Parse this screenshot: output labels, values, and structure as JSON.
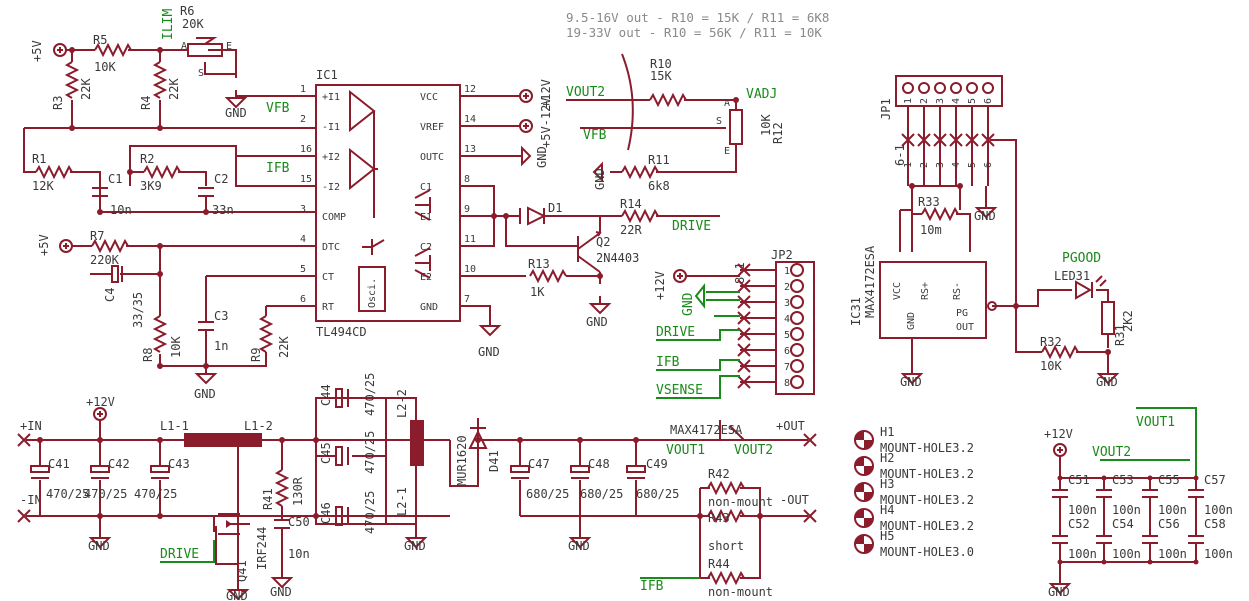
{
  "notes": {
    "line1": "9.5-16V out - R10 = 15K / R11 = 6K8",
    "line2": "19-33V out - R10 = 56K / R11 = 10K"
  },
  "ic1": {
    "name": "IC1",
    "value": "TL494CD",
    "left_pins": [
      {
        "name": "+I1",
        "num": "1"
      },
      {
        "name": "-I1",
        "num": "2"
      },
      {
        "name": "+I2",
        "num": "16"
      },
      {
        "name": "-I2",
        "num": "15"
      },
      {
        "name": "COMP",
        "num": "3"
      },
      {
        "name": "DTC",
        "num": "4"
      },
      {
        "name": "CT",
        "num": "5"
      },
      {
        "name": "RT",
        "num": "6"
      }
    ],
    "right_pins": [
      {
        "name": "VCC",
        "num": "12"
      },
      {
        "name": "VREF",
        "num": "14"
      },
      {
        "name": "OUTC",
        "num": "13"
      },
      {
        "name": "C1",
        "num": "8"
      },
      {
        "name": "E1",
        "num": "9"
      },
      {
        "name": "C2",
        "num": "11"
      },
      {
        "name": "E2",
        "num": "10"
      },
      {
        "name": "GND",
        "num": "7"
      }
    ],
    "osc": "Osci."
  },
  "supplies": {
    "p5v": "+5V",
    "p12v": "+12V",
    "p5v12v": "+5V-12V",
    "gnd": "GND"
  },
  "nets": {
    "vfb": "VFB",
    "ifb": "IFB",
    "vout1": "VOUT1",
    "vout2": "VOUT2",
    "vadj": "VADJ",
    "drive": "DRIVE",
    "vsense": "VSENSE",
    "pgood": "PGOOD",
    "in_p": "+IN",
    "in_m": "-IN",
    "out_p": "+OUT",
    "out_m": "-OUT",
    "max_label": "MAX4172ESA"
  },
  "res": {
    "r1": {
      "name": "R1",
      "value": "12K"
    },
    "r2": {
      "name": "R2",
      "value": "3K9"
    },
    "r3": {
      "name": "R3",
      "value": "22K"
    },
    "r4": {
      "name": "R4",
      "value": "22K"
    },
    "r5": {
      "name": "R5",
      "value": "10K"
    },
    "r6": {
      "name": "R6",
      "value": "20K",
      "tag": "ILIM"
    },
    "r7": {
      "name": "R7",
      "value": "220K"
    },
    "r8": {
      "name": "R8",
      "value": "10K"
    },
    "r9": {
      "name": "R9",
      "value": "22K"
    },
    "r10": {
      "name": "R10",
      "value": "15K"
    },
    "r11": {
      "name": "R11",
      "value": "6k8"
    },
    "r12": {
      "name": "R12",
      "value": "10K"
    },
    "r13": {
      "name": "R13",
      "value": "1K"
    },
    "r14": {
      "name": "R14",
      "value": "22R"
    },
    "r31": {
      "name": "R31",
      "value": "2K2"
    },
    "r32": {
      "name": "R32",
      "value": "10K"
    },
    "r33": {
      "name": "R33",
      "value": "10m"
    },
    "r41": {
      "name": "R41",
      "value": "130R"
    },
    "r42": {
      "name": "R42",
      "value": "non-mount"
    },
    "r43": {
      "name": "R43",
      "value": "short"
    },
    "r44": {
      "name": "R44",
      "value": "non-mount"
    }
  },
  "caps": {
    "c1": {
      "name": "C1",
      "value": "10n"
    },
    "c2": {
      "name": "C2",
      "value": "33n"
    },
    "c3": {
      "name": "C3",
      "value": "1n"
    },
    "c4": {
      "name": "C4",
      "value": "33/35"
    },
    "c41": {
      "name": "C41",
      "value": "470/25"
    },
    "c42": {
      "name": "C42",
      "value": "470/25"
    },
    "c43": {
      "name": "C43",
      "value": "470/25"
    },
    "c44": {
      "name": "C44",
      "value": "470/25"
    },
    "c45": {
      "name": "C45",
      "value": "470/25"
    },
    "c46": {
      "name": "C46",
      "value": "470/25"
    },
    "c47": {
      "name": "C47",
      "value": "680/25"
    },
    "c48": {
      "name": "C48",
      "value": "680/25"
    },
    "c49": {
      "name": "C49",
      "value": "680/25"
    },
    "c50": {
      "name": "C50",
      "value": "10n"
    },
    "bank": [
      {
        "name": "C51",
        "value": "100n"
      },
      {
        "name": "C53",
        "value": "100n"
      },
      {
        "name": "C55",
        "value": "100n"
      },
      {
        "name": "C57",
        "value": "100n"
      },
      {
        "name": "C52",
        "value": "100n"
      },
      {
        "name": "C54",
        "value": "100n"
      },
      {
        "name": "C56",
        "value": "100n"
      },
      {
        "name": "C58",
        "value": "100n"
      }
    ]
  },
  "semis": {
    "d1": "D1",
    "d41": {
      "name": "D41",
      "value": "MUR1620"
    },
    "q2": {
      "name": "Q2",
      "value": "2N4403"
    },
    "q41": {
      "name": "Q41",
      "value": "IRF244"
    },
    "led31": "LED31",
    "ic31": {
      "name": "IC31",
      "value": "MAX4172ESA",
      "pins": [
        "VCC",
        "RS+",
        "RS-",
        "GND",
        "PG",
        "OUT"
      ]
    }
  },
  "inductors": {
    "l1_1": "L1-1",
    "l1_2": "L1-2",
    "l2_1": "L2-1",
    "l2_2": "L2-2"
  },
  "jp1": {
    "name": "JP1",
    "range": "6-1",
    "pins": [
      "1",
      "2",
      "3",
      "4",
      "5",
      "6"
    ]
  },
  "jp2": {
    "name": "JP2",
    "range": "8-1",
    "pins": [
      "1",
      "2",
      "3",
      "4",
      "5",
      "6",
      "7",
      "8"
    ]
  },
  "holes": [
    {
      "name": "H1",
      "value": "MOUNT-HOLE3.2"
    },
    {
      "name": "H2",
      "value": "MOUNT-HOLE3.2"
    },
    {
      "name": "H3",
      "value": "MOUNT-HOLE3.2"
    },
    {
      "name": "H4",
      "value": "MOUNT-HOLE3.2"
    },
    {
      "name": "H5",
      "value": "MOUNT-HOLE3.0"
    }
  ],
  "pot_pins": {
    "a": "A",
    "e": "E",
    "s": "S"
  }
}
